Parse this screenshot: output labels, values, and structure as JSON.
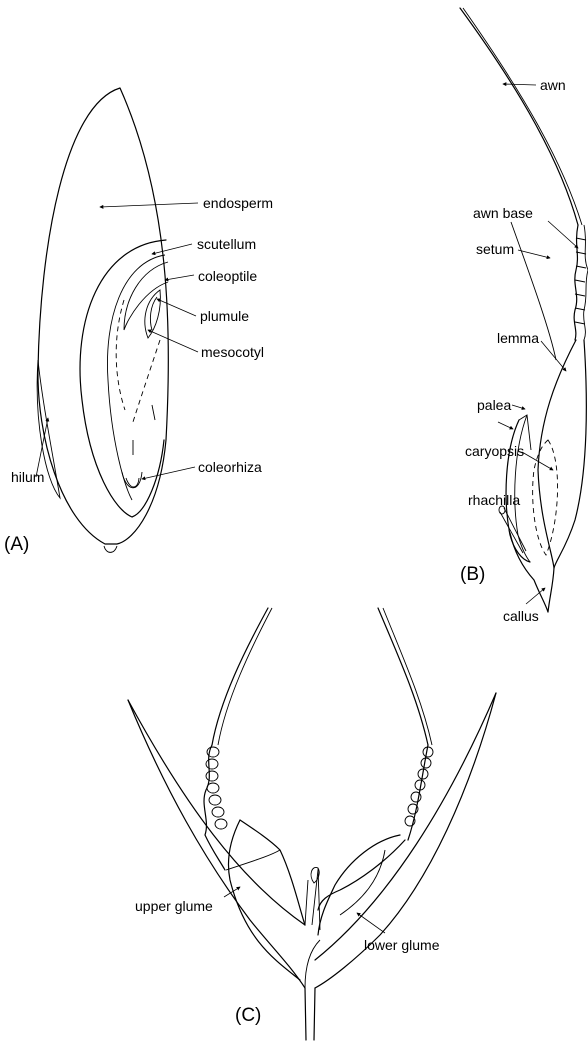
{
  "panels": {
    "a": "(A)",
    "b": "(B)",
    "c": "(C)"
  },
  "labels_a": {
    "endosperm": "endosperm",
    "scutellum": "scutellum",
    "coleoptile": "coleoptile",
    "plumule": "plumule",
    "mesocotyl": "mesocotyl",
    "coleorhiza": "coleorhiza",
    "hilum": "hilum"
  },
  "labels_b": {
    "awn": "awn",
    "awn_base": "awn base",
    "setum": "setum",
    "lemma": "lemma",
    "palea": "palea",
    "caryopsis": "caryopsis",
    "rhachilla": "rhachilla",
    "callus": "callus"
  },
  "labels_c": {
    "upper_glume": "upper glume",
    "lower_glume": "lower glume"
  }
}
